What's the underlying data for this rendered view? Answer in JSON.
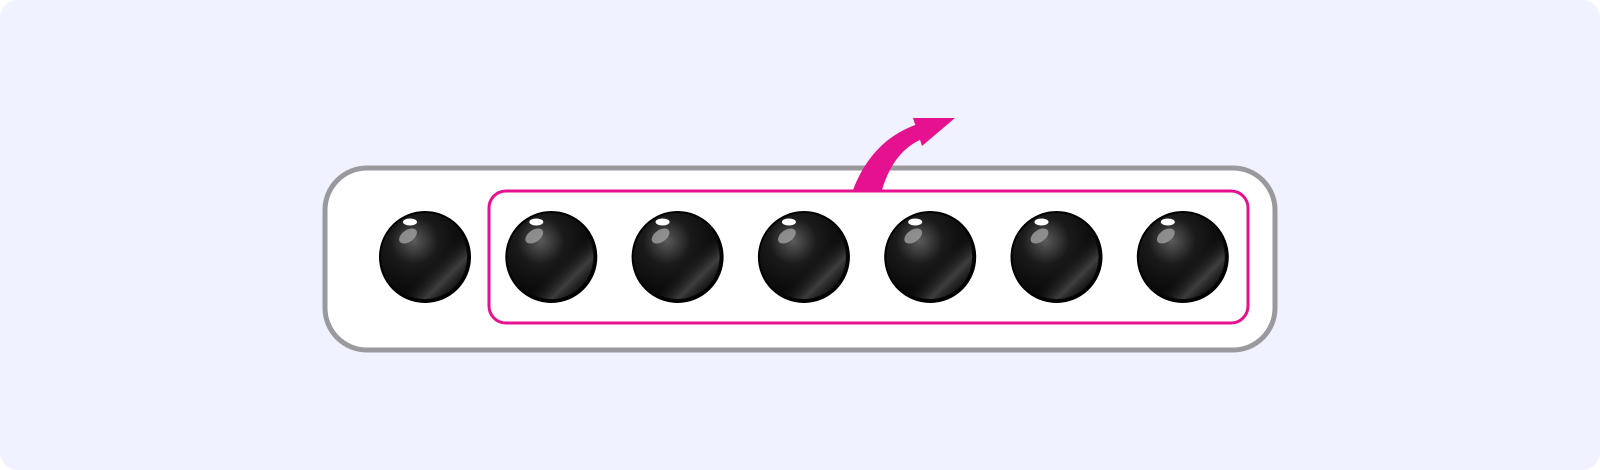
{
  "diagram": {
    "type": "counting-beads",
    "total_beads": 7,
    "grouped_beads": 6,
    "ungrouped_beads": 1,
    "group_action": "take-away-arrow"
  },
  "colors": {
    "background": "#f0f3ff",
    "outer_tray_stroke": "#9a9a9e",
    "outer_tray_fill": "#ffffff",
    "group_stroke": "#e5118f",
    "arrow": "#e5118f",
    "bead": "#000000"
  },
  "icons": {
    "bead": "black-bead-icon",
    "arrow": "curved-arrow-icon"
  }
}
